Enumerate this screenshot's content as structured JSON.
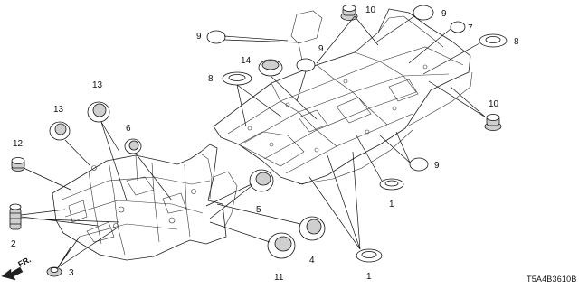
{
  "diagram": {
    "part_code": "T5A4B3610B",
    "direction_label": "FR.",
    "callouts": {
      "c1a": "1",
      "c1b": "1",
      "c2": "2",
      "c3": "3",
      "c4": "4",
      "c5": "5",
      "c6": "6",
      "c7": "7",
      "c8a": "8",
      "c8b": "8",
      "c9a": "9",
      "c9b": "9",
      "c9c": "9",
      "c9d": "9",
      "c10a": "10",
      "c10b": "10",
      "c11": "11",
      "c12": "12",
      "c13a": "13",
      "c13b": "13",
      "c14": "14"
    }
  }
}
